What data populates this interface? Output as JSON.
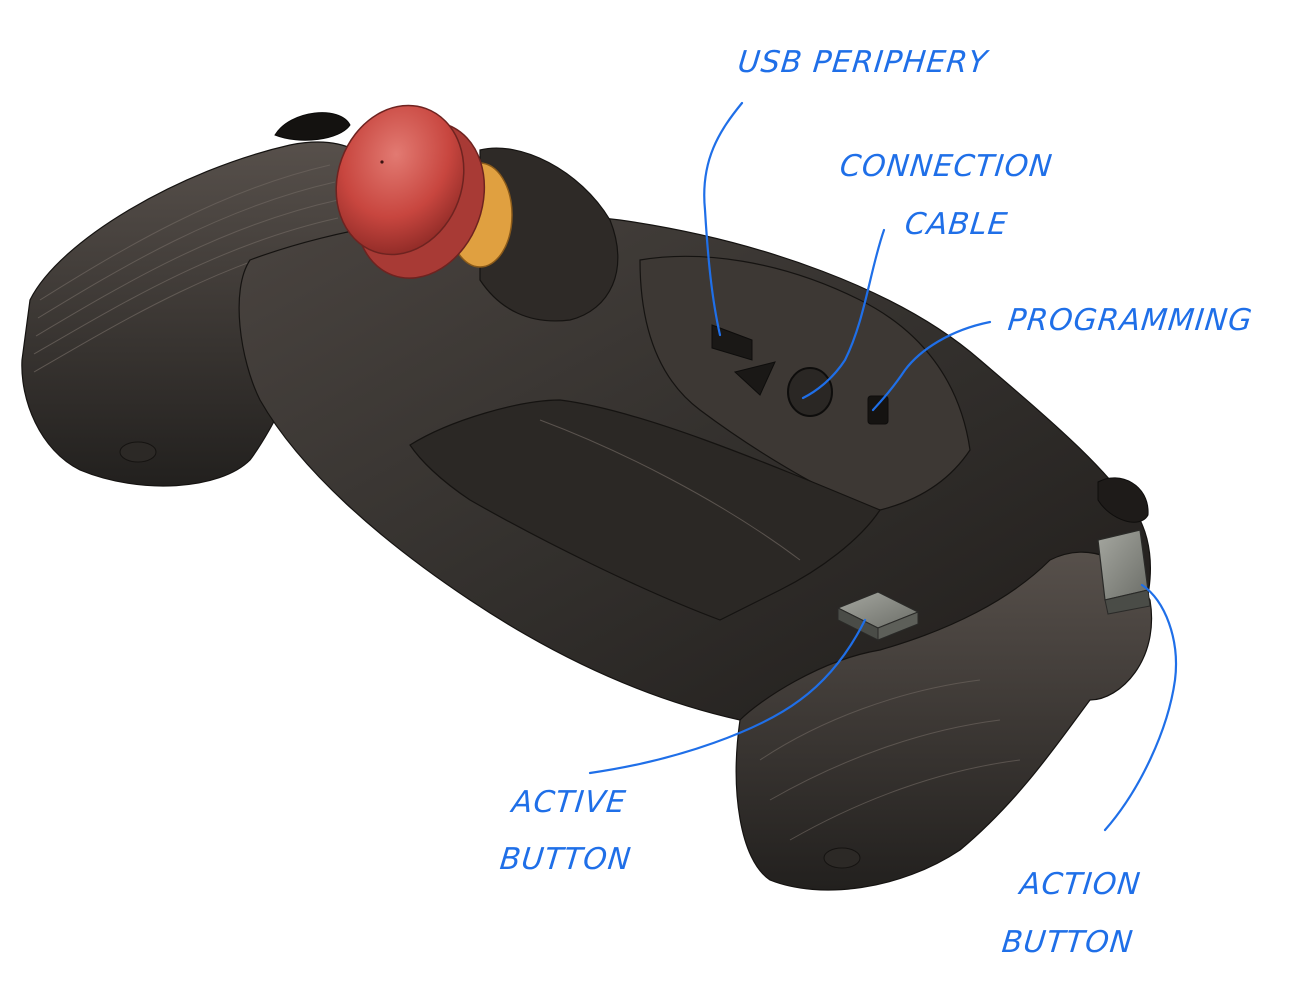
{
  "annotations": {
    "usb": {
      "text": "USB PERIPHERY"
    },
    "connection_line1": {
      "text": "CONNECTION"
    },
    "connection_line2": {
      "text": "CABLE"
    },
    "programming": {
      "text": "PROGRAMMING"
    },
    "active_line1": {
      "text": "ACTIVE"
    },
    "active_line2": {
      "text": "BUTTON"
    },
    "action_line1": {
      "text": "ACTION"
    },
    "action_line2": {
      "text": "BUTTON"
    }
  },
  "colors": {
    "annotation": "#1f6fe8",
    "body": "#3a3531",
    "body_shadow": "#1e1b19",
    "estop_red": "#c94a45",
    "estop_ring": "#e0a040",
    "button_face": "#8a8c85"
  }
}
